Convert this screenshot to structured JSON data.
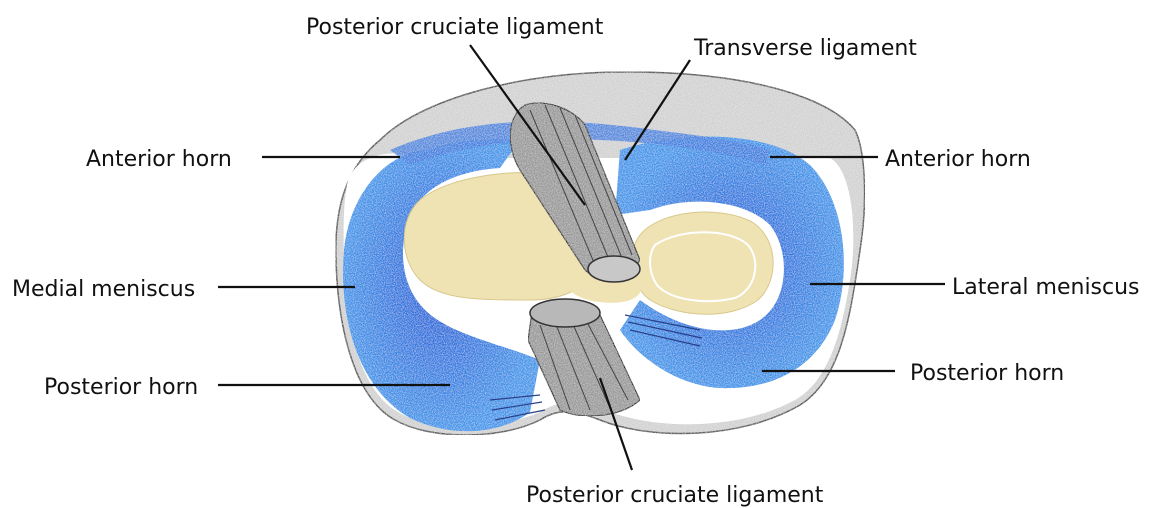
{
  "labels": {
    "pcl_top": "Posterior cruciate ligament",
    "transverse": "Transverse ligament",
    "anterior_horn_left": "Anterior horn",
    "anterior_horn_right": "Anterior horn",
    "medial_meniscus": "Medial meniscus",
    "lateral_meniscus": "Lateral meniscus",
    "posterior_horn_left": "Posterior horn",
    "posterior_horn_right": "Posterior horn",
    "pcl_bottom": "Posterior cruciate ligament"
  },
  "colors": {
    "background": "#ffffff",
    "tibial_plateau_rim": "#cfcfcf",
    "cartilage": "#efe3b4",
    "meniscus_dark": "#1f5fd6",
    "meniscus_light": "#3a8fe6",
    "ligament": "#9a9a9a",
    "text": "#111111"
  }
}
